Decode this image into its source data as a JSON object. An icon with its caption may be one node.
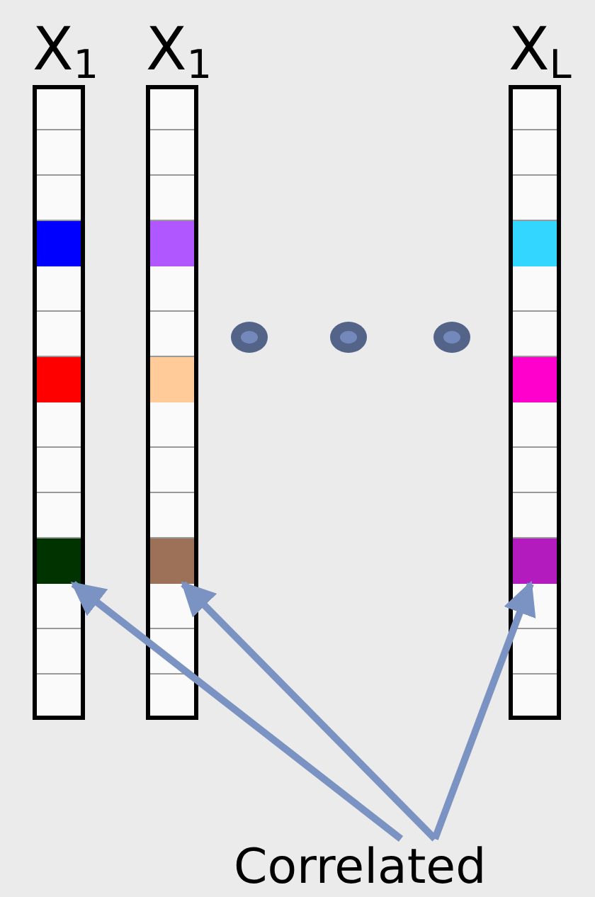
{
  "diagram": {
    "nodes": [
      {
        "text": [
          "X$_{1}$"
        ]
      },
      {
        "text": [
          "X$_{1}$"
        ]
      },
      {
        "text": [
          "X$_{L}$"
        ]
      },
      {
        "text": [],
        "shape": "box",
        "in": 0
      },
      {
        "text": [],
        "shape": "box",
        "in": 1
      },
      {
        "text": [],
        "shape": "box",
        "in": 2
      },
      {
        "text": [
          "Correlated"
        ]
      }
    ],
    "edges": [
      {
        "from": 6,
        "to": 3,
        "arrow": "to"
      },
      {
        "from": 6,
        "to": 4,
        "arrow": "to"
      },
      {
        "from": 6,
        "to": 5,
        "arrow": "to"
      }
    ]
  }
}
